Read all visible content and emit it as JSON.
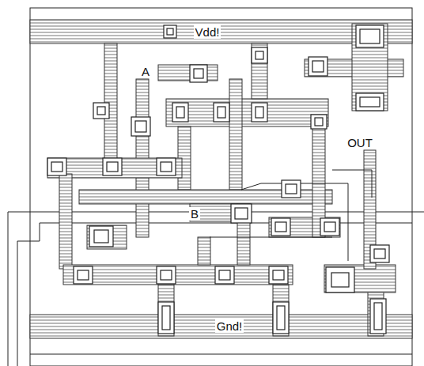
{
  "diagram": {
    "labels": [
      "Vdd!",
      "A",
      "OUT",
      "B",
      "Gnd!"
    ]
  }
}
